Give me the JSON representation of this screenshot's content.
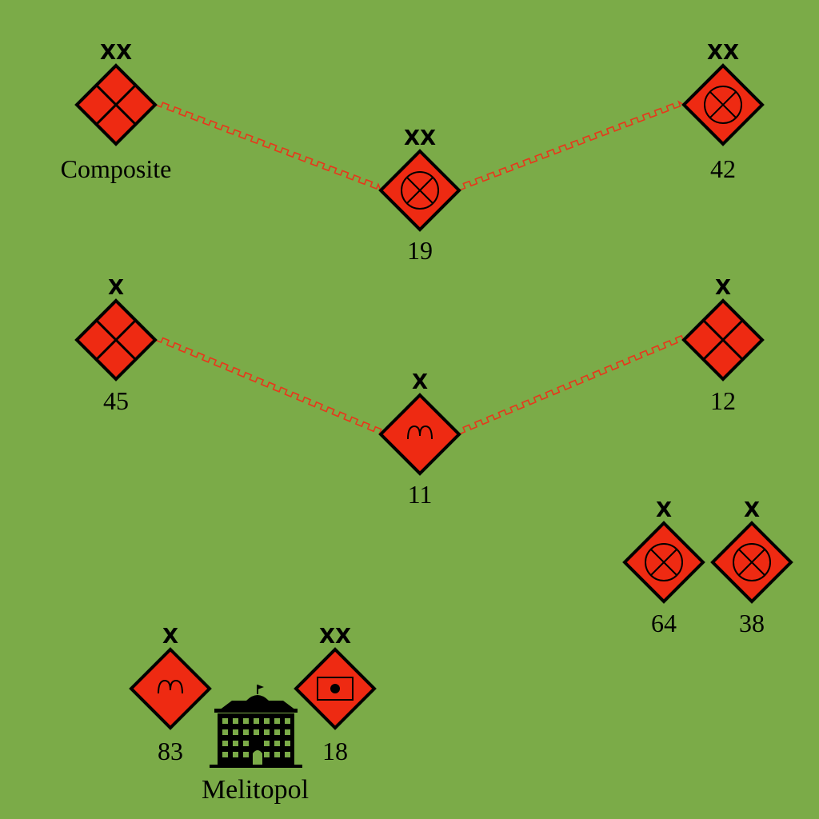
{
  "colors": {
    "background": "#7bab48",
    "unit_fill": "#ee2a12",
    "unit_outline": "#000000",
    "link": "#e8361b"
  },
  "units": [
    {
      "id": "composite",
      "echelon": "XX",
      "label": "Composite",
      "symbol": "infantry-icon"
    },
    {
      "id": "u19",
      "echelon": "XX",
      "label": "19",
      "symbol": "crosshair-icon"
    },
    {
      "id": "u42",
      "echelon": "XX",
      "label": "42",
      "symbol": "crosshair-icon"
    },
    {
      "id": "u45",
      "echelon": "X",
      "label": "45",
      "symbol": "infantry-icon"
    },
    {
      "id": "u11",
      "echelon": "X",
      "label": "11",
      "symbol": "mountain-icon"
    },
    {
      "id": "u12",
      "echelon": "X",
      "label": "12",
      "symbol": "infantry-icon"
    },
    {
      "id": "u64",
      "echelon": "X",
      "label": "64",
      "symbol": "crosshair-icon"
    },
    {
      "id": "u38",
      "echelon": "X",
      "label": "38",
      "symbol": "crosshair-icon"
    },
    {
      "id": "u83",
      "echelon": "X",
      "label": "83",
      "symbol": "mountain-icon"
    },
    {
      "id": "u18",
      "echelon": "XX",
      "label": "18",
      "symbol": "hq-box-icon"
    }
  ],
  "links": [
    {
      "from": "composite",
      "to": "u19"
    },
    {
      "from": "u19",
      "to": "u42"
    },
    {
      "from": "u45",
      "to": "u11"
    },
    {
      "from": "u11",
      "to": "u12"
    }
  ],
  "places": [
    {
      "id": "melitopol",
      "label": "Melitopol",
      "icon": "city-hall-icon"
    }
  ]
}
